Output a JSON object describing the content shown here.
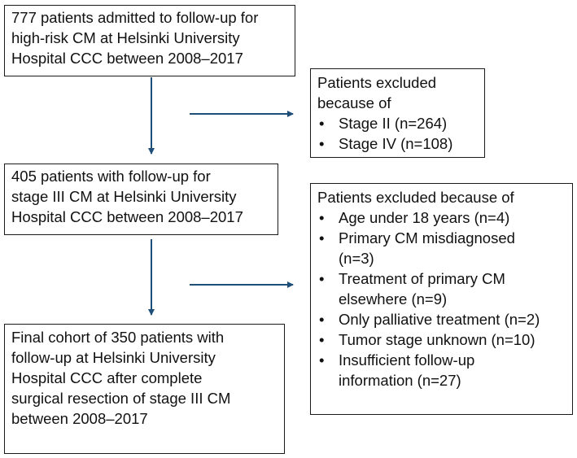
{
  "colors": {
    "arrow": "#1f4e79",
    "border": "#1a1a1a"
  },
  "main_boxes": [
    {
      "lines": [
        "777 patients admitted to follow-up for",
        "high-risk CM at Helsinki University",
        "Hospital CCC between 2008–2017"
      ]
    },
    {
      "lines": [
        "405 patients with follow-up for",
        "stage III CM at Helsinki University",
        "Hospital CCC between 2008–2017"
      ]
    },
    {
      "lines": [
        "Final cohort of 350 patients with",
        "follow-up at Helsinki University",
        "Hospital CCC after complete",
        "surgical resection of stage III CM",
        "between 2008–2017"
      ]
    }
  ],
  "exclusion_boxes": [
    {
      "heading": [
        "Patients excluded",
        "because of"
      ],
      "items": [
        {
          "lines": [
            "Stage II (n=264)"
          ]
        },
        {
          "lines": [
            "Stage IV (n=108)"
          ]
        }
      ]
    },
    {
      "heading": [
        "Patients excluded because of"
      ],
      "items": [
        {
          "lines": [
            "Age under 18 years (n=4)"
          ]
        },
        {
          "lines": [
            "Primary CM misdiagnosed",
            "(n=3)"
          ]
        },
        {
          "lines": [
            "Treatment of primary CM",
            "elsewhere (n=9)"
          ]
        },
        {
          "lines": [
            "Only palliative treatment (n=2)"
          ]
        },
        {
          "lines": [
            "Tumor stage unknown (n=10)"
          ]
        },
        {
          "lines": [
            "Insufficient follow-up",
            "information (n=27)"
          ]
        }
      ]
    }
  ]
}
